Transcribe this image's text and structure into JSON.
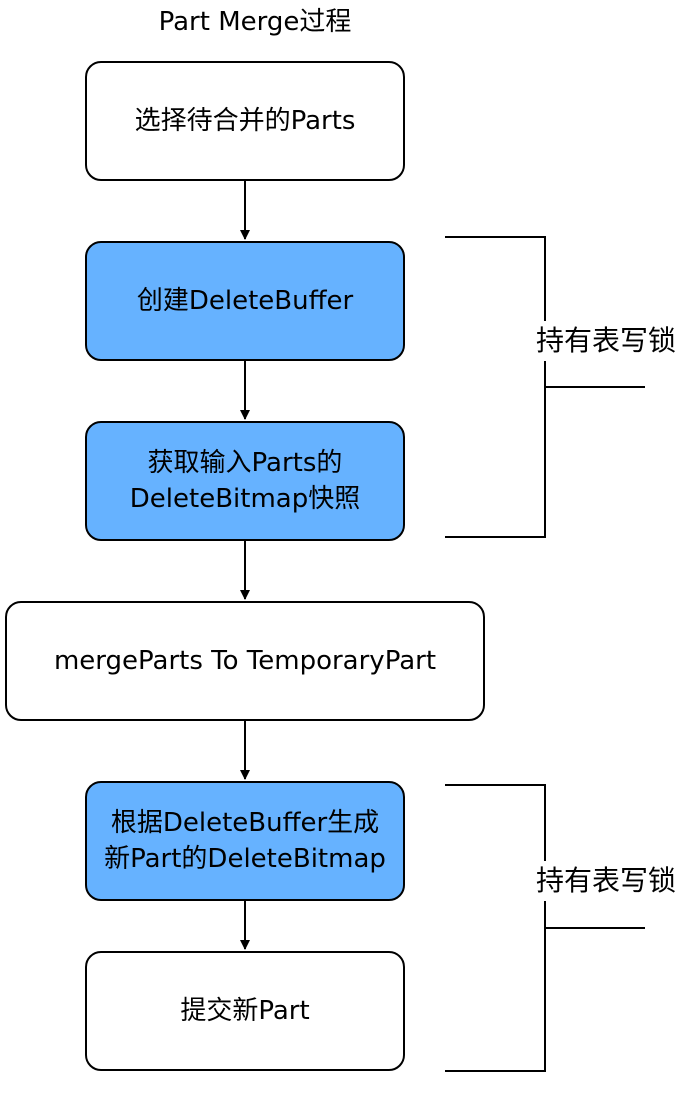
{
  "diagram": {
    "title": "Part Merge过程",
    "steps": [
      {
        "text": "选择待合并的Parts",
        "highlight": false
      },
      {
        "text": "创建DeleteBuffer",
        "highlight": true
      },
      {
        "text": "获取输入Parts的\nDeleteBitmap快照",
        "highlight": true
      },
      {
        "text": "mergeParts To TemporaryPart",
        "highlight": false
      },
      {
        "text": "根据DeleteBuffer生成\n新Part的DeleteBitmap",
        "highlight": true
      },
      {
        "text": "提交新Part",
        "highlight": false
      }
    ],
    "lock_groups": [
      {
        "label": "持有表写锁",
        "spans_steps": [
          2,
          3
        ]
      },
      {
        "label": "持有表写锁",
        "spans_steps": [
          5,
          6
        ]
      }
    ],
    "colors": {
      "highlight_fill": "#66b2ff",
      "default_fill": "#ffffff",
      "stroke": "#000000"
    }
  }
}
